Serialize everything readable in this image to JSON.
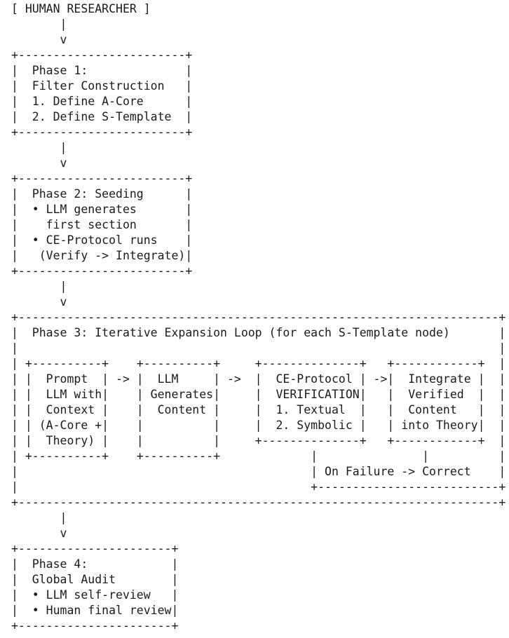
{
  "colors": {
    "background": "#ffffff",
    "text": "#1b1b1b"
  },
  "diagram": {
    "lines": [
      "[ HUMAN RESEARCHER ]",
      "       |",
      "       v",
      "+------------------------+",
      "|  Phase 1:              |",
      "|  Filter Construction   |",
      "|  1. Define A-Core      |",
      "|  2. Define S-Template  |",
      "+------------------------+",
      "       |",
      "       v",
      "+------------------------+",
      "|  Phase 2: Seeding      |",
      "|  • LLM generates       |",
      "|    first section       |",
      "|  • CE-Protocol runs    |",
      "|   (Verify -> Integrate)|",
      "+------------------------+",
      "       |",
      "       v",
      "+---------------------------------------------------------------------+",
      "|  Phase 3: Iterative Expansion Loop (for each S-Template node)       |",
      "|                                                                     |",
      "| +----------+    +----------+     +--------------+   +------------+  |",
      "| |  Prompt  | -> |  LLM     | ->  |  CE-Protocol | ->|  Integrate |  |",
      "| |  LLM with|    | Generates|     |  VERIFICATION|   |  Verified  |  |",
      "| |  Context |    |  Content |     |  1. Textual  |   |  Content   |  |",
      "| | (A-Core +|    |          |     |  2. Symbolic |   | into Theory|  |",
      "| |  Theory) |    |          |     +--------------+   +------------+  |",
      "| +----------+    +----------+             |               |          |",
      "|                                          | On Failure -> Correct    |",
      "|                                          +--------------------------+",
      "+---------------------------------------------------------------------+",
      "       |",
      "       v",
      "+----------------------+",
      "|  Phase 4:            |",
      "|  Global Audit        |",
      "|  • LLM self-review   |",
      "|  • Human final review|",
      "+----------------------+"
    ]
  }
}
